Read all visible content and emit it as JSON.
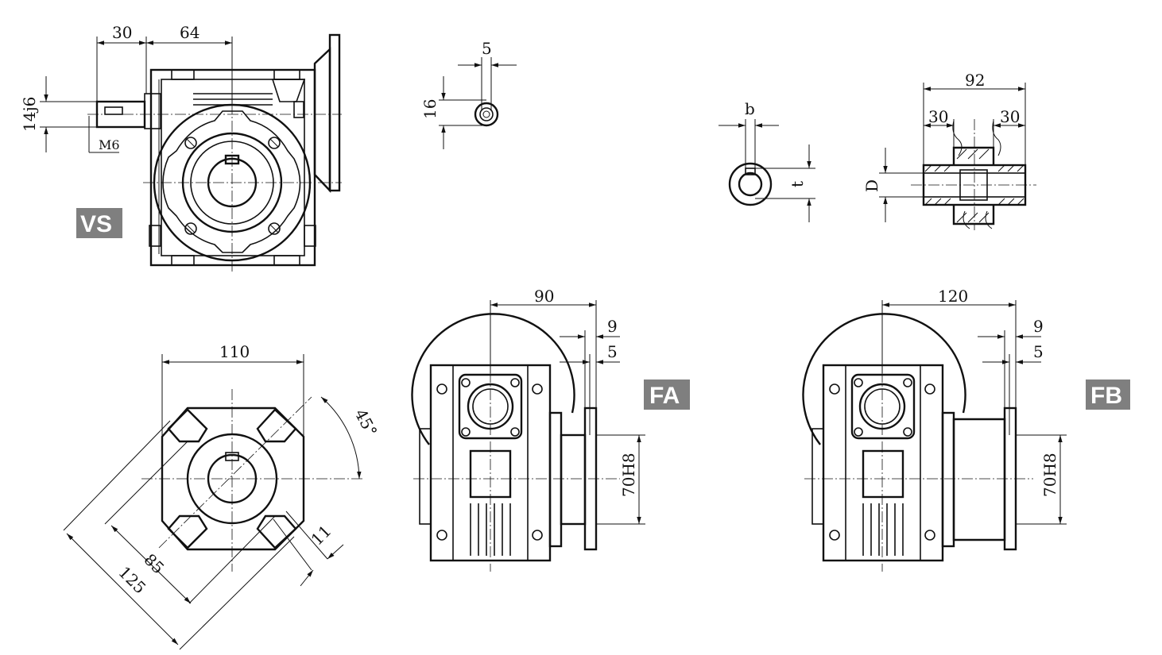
{
  "view_labels": {
    "vs": "VS",
    "fa": "FA",
    "fb": "FB"
  },
  "dimensions": {
    "vs_shaft_offset": "30",
    "vs_center_distance": "64",
    "vs_shaft_diameter": "14j6",
    "vs_thread": "M6",
    "key_width_small": "5",
    "key_height_small": "16",
    "bore_key_width": "b",
    "bore_key_depth": "t",
    "hollow_shaft_length": "92",
    "hollow_shaft_left_step": "30",
    "hollow_shaft_right_step": "30",
    "hollow_shaft_bore": "D",
    "mount_width": "110",
    "mount_angle": "45°",
    "mount_pcd_inner": "85",
    "mount_pcd_outer": "125",
    "mount_slot_width": "11",
    "fa_length": "90",
    "fa_flange_thickness": "9",
    "fa_spigot_depth": "5",
    "fa_spigot_diameter": "70H8",
    "fb_length": "120",
    "fb_flange_thickness": "9",
    "fb_spigot_depth": "5",
    "fb_spigot_diameter": "70H8"
  },
  "colors": {
    "line": "#111111",
    "badge": "#7f7f7f",
    "badge_text": "#ffffff"
  }
}
